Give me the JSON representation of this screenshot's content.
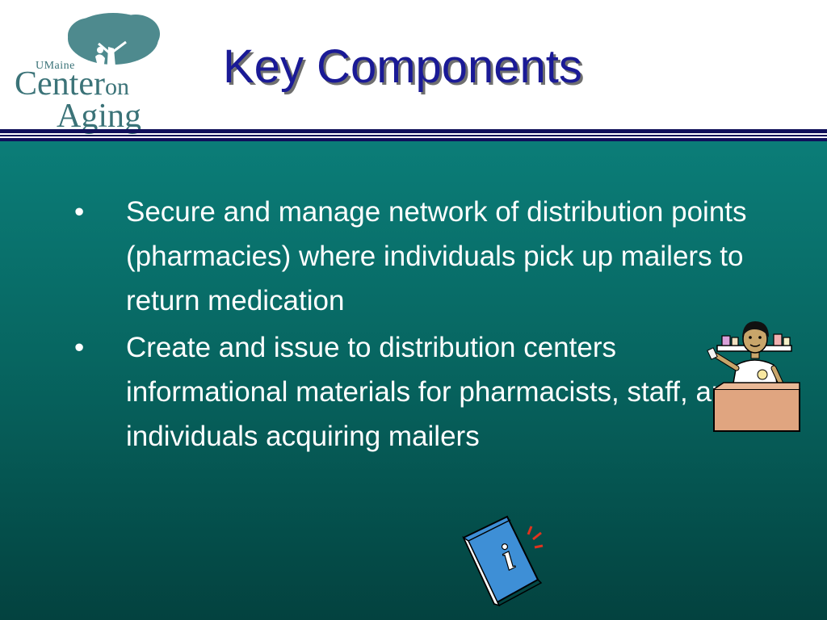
{
  "logo": {
    "umaine": "UMaine",
    "center": "Center",
    "on": "on",
    "aging": "Aging"
  },
  "slide": {
    "title": "Key Components",
    "bullets": [
      "Secure and manage network of distribution points (pharmacies) where individuals pick up mailers to return medication",
      "Create and issue to distribution centers informational materials for pharmacists, staff, and individuals acquiring mailers"
    ],
    "bullet_symbol": "•"
  },
  "clipart": {
    "pharmacist": "pharmacist-icon",
    "info_book": "info-book-icon",
    "info_letter": "i"
  },
  "colors": {
    "title": "#1a1a96",
    "logo": "#3b7378",
    "background_top": "#0b7d78",
    "background_bottom": "#03423f",
    "rule": "#10105a",
    "text": "#ffffff"
  }
}
